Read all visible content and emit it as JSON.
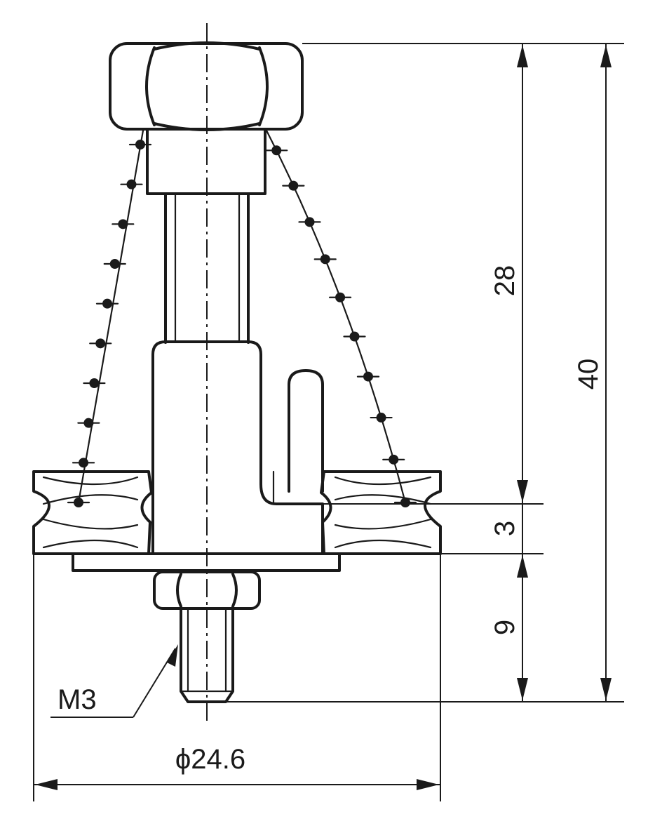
{
  "dimensions": {
    "height_upper": "28",
    "height_total": "40",
    "gap": "3",
    "stud_length": "9",
    "thread": "M3",
    "diameter": "ϕ24.6"
  },
  "chains": {
    "left_beads": 10,
    "right_beads": 10
  }
}
